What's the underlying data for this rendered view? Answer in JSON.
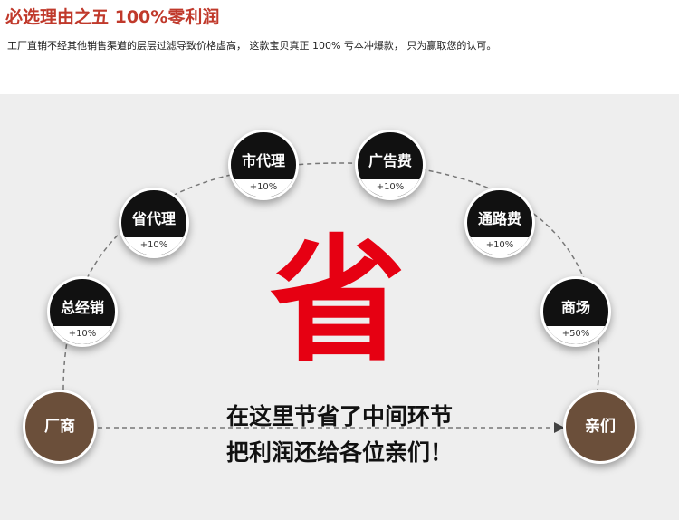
{
  "header": {
    "title": "必选理由之五 100%零利润",
    "subtitle": "工厂直销不经其他销售渠道的层层过滤导致价格虚高， 这款宝贝真正 100% 亏本冲爆款， 只为赢取您的认可。"
  },
  "diagram": {
    "start_label": "厂商",
    "end_label": "亲们",
    "center_char": "省",
    "message_line1": "在这里节省了中间环节",
    "message_line2": "把利润还给各位亲们！",
    "nodes": [
      {
        "label": "总经销",
        "pct": "+10%"
      },
      {
        "label": "省代理",
        "pct": "+10%"
      },
      {
        "label": "市代理",
        "pct": "+10%"
      },
      {
        "label": "广告费",
        "pct": "+10%"
      },
      {
        "label": "通路费",
        "pct": "+10%"
      },
      {
        "label": "商场",
        "pct": "+50%"
      }
    ],
    "colors": {
      "accent": "#e60012",
      "node": "#111111",
      "endpoint": "#6b4f3a",
      "title": "#c0392b"
    }
  }
}
